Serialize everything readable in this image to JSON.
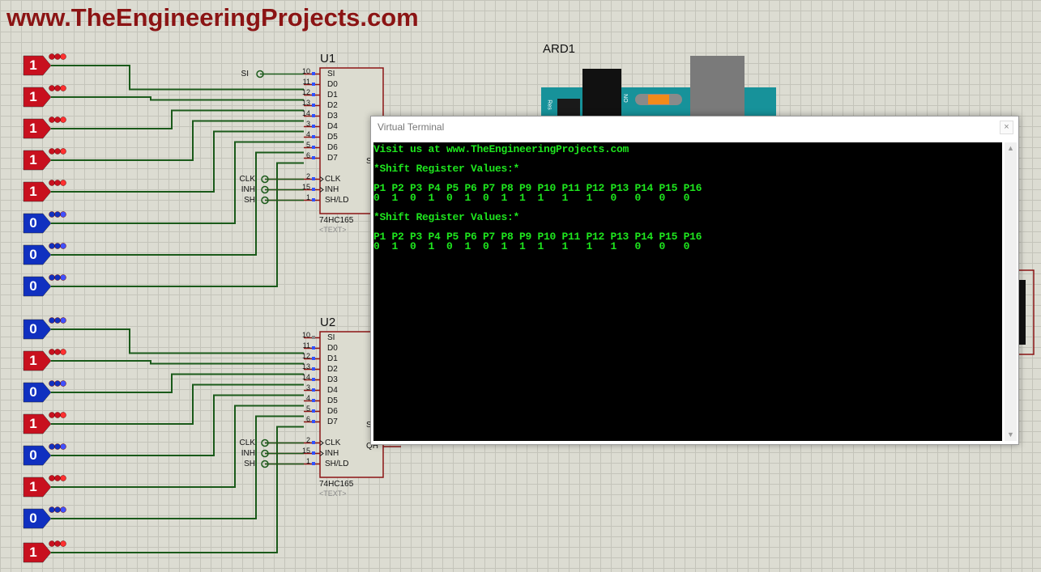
{
  "watermark": "www.TheEngineeringProjects.com",
  "arduino": {
    "label": "ARD1",
    "on_text": "ON",
    "res_text": "Res"
  },
  "chips": [
    {
      "name": "U1",
      "type": "74HC165",
      "text_placeholder": "<TEXT>",
      "inputs": [
        {
          "num": "10",
          "label": "SI"
        },
        {
          "num": "11",
          "label": "D0"
        },
        {
          "num": "12",
          "label": "D1"
        },
        {
          "num": "13",
          "label": "D2"
        },
        {
          "num": "14",
          "label": "D3"
        },
        {
          "num": "3",
          "label": "D4"
        },
        {
          "num": "4",
          "label": "D5"
        },
        {
          "num": "5",
          "label": "D6"
        },
        {
          "num": "6",
          "label": "D7"
        }
      ],
      "controls": [
        {
          "num": "2",
          "label": "CLK",
          "ext": "CLK"
        },
        {
          "num": "15",
          "label": "INH",
          "ext": "INH"
        },
        {
          "num": "1",
          "label": "SH/LD",
          "ext": "SH"
        }
      ],
      "si_ext": "SI",
      "right_partial": "S"
    },
    {
      "name": "U2",
      "type": "74HC165",
      "text_placeholder": "<TEXT>",
      "inputs": [
        {
          "num": "10",
          "label": "SI"
        },
        {
          "num": "11",
          "label": "D0"
        },
        {
          "num": "12",
          "label": "D1"
        },
        {
          "num": "13",
          "label": "D2"
        },
        {
          "num": "14",
          "label": "D3"
        },
        {
          "num": "3",
          "label": "D4"
        },
        {
          "num": "4",
          "label": "D5"
        },
        {
          "num": "5",
          "label": "D6"
        },
        {
          "num": "6",
          "label": "D7"
        }
      ],
      "controls": [
        {
          "num": "2",
          "label": "CLK",
          "ext": "CLK"
        },
        {
          "num": "15",
          "label": "INH",
          "ext": "INH"
        },
        {
          "num": "1",
          "label": "SH/LD",
          "ext": "SH"
        }
      ],
      "right_partial": "S",
      "output_label": "QH"
    }
  ],
  "logic_states": [
    "1",
    "1",
    "1",
    "1",
    "1",
    "0",
    "0",
    "0",
    "0",
    "1",
    "0",
    "1",
    "0",
    "1",
    "0",
    "1"
  ],
  "colors": {
    "high": "#c8101e",
    "low": "#1030c0",
    "wire": "#1a5a1a",
    "chip_fill": "#dcdcd0",
    "chip_border": "#8b1414",
    "terminal_text": "#1ee61e"
  },
  "terminal": {
    "title": "Virtual Terminal",
    "close_glyph": "×",
    "lines": [
      "Visit us at www.TheEngineeringProjects.com",
      "",
      "*Shift Register Values:*",
      "",
      "P1 P2 P3 P4 P5 P6 P7 P8 P9 P10 P11 P12 P13 P14 P15 P16",
      "0  1  0  1  0  1  0  1  1  1   1   1   0   0   0   0",
      "",
      "*Shift Register Values:*",
      "",
      "P1 P2 P3 P4 P5 P6 P7 P8 P9 P10 P11 P12 P13 P14 P15 P16",
      "0  1  0  1  0  1  0  1  1  1   1   1   1   0   0   0"
    ],
    "scroll_up": "▲",
    "scroll_down": "▼"
  }
}
